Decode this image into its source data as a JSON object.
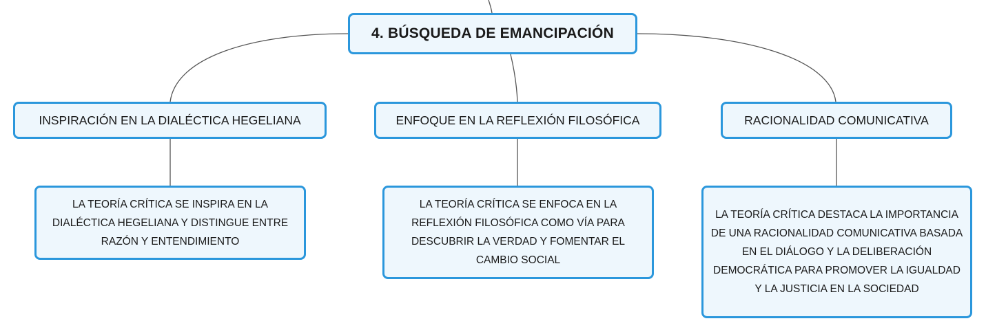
{
  "colors": {
    "node_border": "#2b97dc",
    "node_fill": "#eef7fd",
    "connector": "#555555",
    "text": "#1a1a1a"
  },
  "mindmap": {
    "root": {
      "label": "4. BÚSQUEDA DE EMANCIPACIÓN"
    },
    "topics": [
      {
        "label": "INSPIRACIÓN EN LA DIALÉCTICA HEGELIANA",
        "detail": "LA TEORÍA CRÍTICA SE INSPIRA EN LA DIALÉCTICA HEGELIANA Y DISTINGUE ENTRE RAZÓN Y ENTENDIMIENTO"
      },
      {
        "label": "ENFOQUE EN LA REFLEXIÓN FILOSÓFICA",
        "detail": "LA TEORÍA CRÍTICA SE ENFOCA EN LA REFLEXIÓN FILOSÓFICA COMO VÍA PARA DESCUBRIR LA VERDAD Y FOMENTAR EL CAMBIO SOCIAL"
      },
      {
        "label": "RACIONALIDAD COMUNICATIVA",
        "detail": "LA TEORÍA CRÍTICA DESTACA LA IMPORTANCIA DE UNA RACIONALIDAD COMUNICATIVA BASADA EN EL DIÁLOGO Y LA DELIBERACIÓN DEMOCRÁTICA PARA PROMOVER LA IGUALDAD Y LA JUSTICIA EN LA SOCIEDAD"
      }
    ]
  }
}
